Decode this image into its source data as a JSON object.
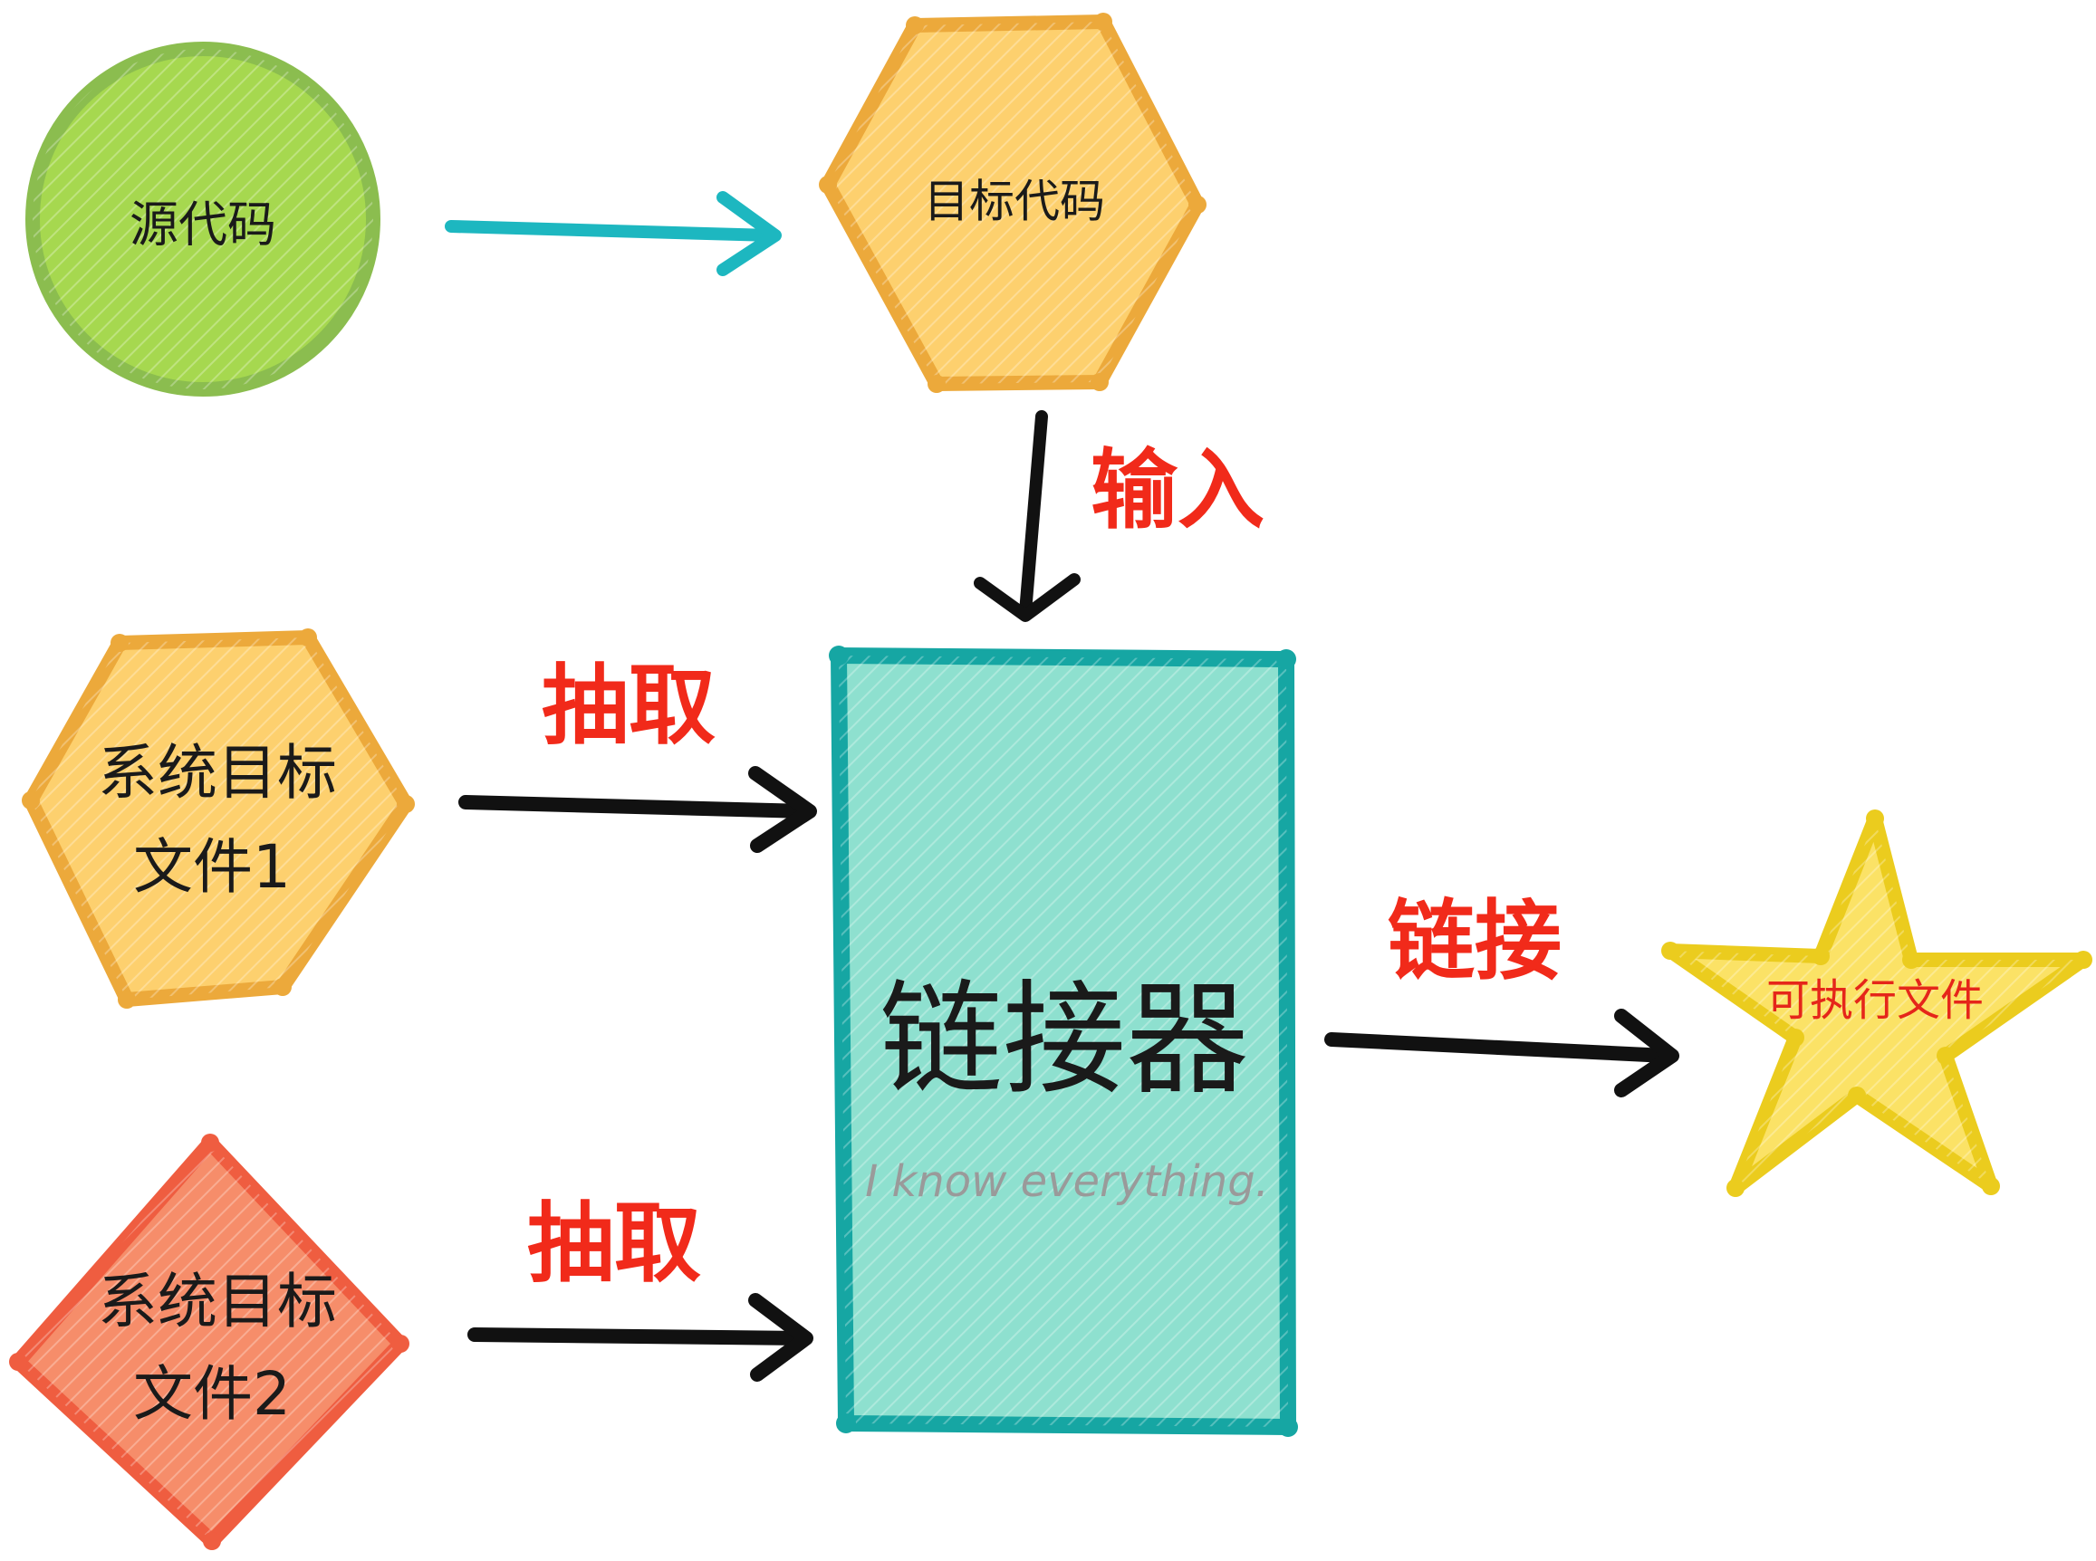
{
  "nodes": {
    "source_code": {
      "label": "源代码",
      "fill": "#a6d84f",
      "stroke": "#8bbd4f"
    },
    "object_code": {
      "label": "目标代码",
      "fill": "#fdd06e",
      "stroke": "#eca93b"
    },
    "sys_obj_1": {
      "line1": "系统目标",
      "line2": "文件1",
      "fill": "#fdd06e",
      "stroke": "#eca93b"
    },
    "sys_obj_2": {
      "line1": "系统目标",
      "line2": "文件2",
      "fill": "#f68d6a",
      "stroke": "#ef5d40"
    },
    "linker": {
      "label": "链接器",
      "sublabel": "I know everything.",
      "fill": "#8ee0cf",
      "stroke": "#16a6a3"
    },
    "executable": {
      "label": "可执行文件",
      "fill": "#fbe266",
      "stroke": "#ebcc1e"
    }
  },
  "edges": {
    "input_label": "输入",
    "extract_label_1": "抽取",
    "extract_label_2": "抽取",
    "link_label": "链接"
  },
  "colors": {
    "teal_arrow": "#1db7c0",
    "black_arrow": "#111111",
    "edge_text": "#f12a1a"
  }
}
